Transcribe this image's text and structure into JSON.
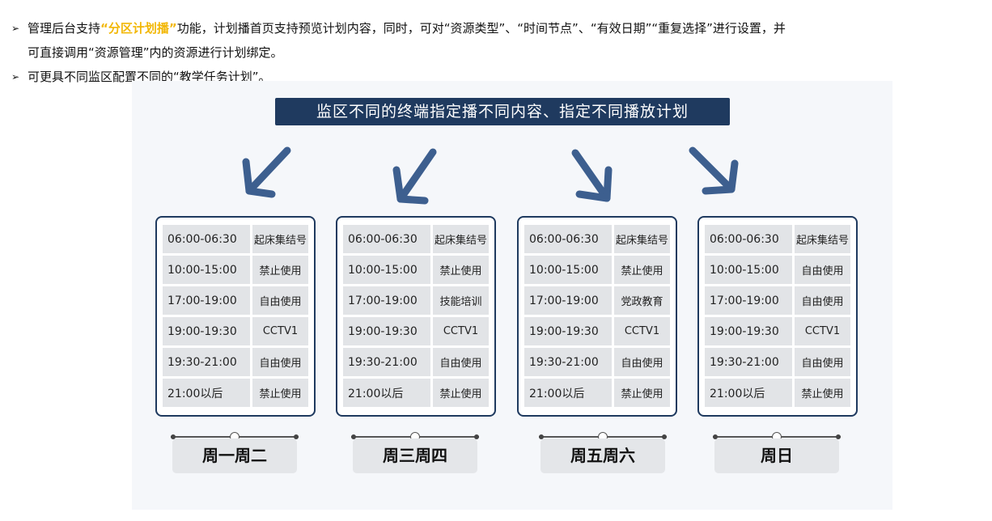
{
  "bullets": [
    {
      "marker": "➢",
      "before": "管理后台支持",
      "highlight": "“分区计划播”",
      "after": "功能，计划播首页支持预览计划内容，同时，可对“资源类型”、“时间节点”、“有效日期”“重复选择”进行设置，并",
      "continuation": "可直接调用“资源管理”内的资源进行计划绑定。"
    },
    {
      "marker": "➢",
      "text": "可更具不同监区配置不同的“教学任务计划”。"
    }
  ],
  "banner": "监区不同的终端指定播不同内容、指定不同播放计划",
  "colors": {
    "navy": "#1f3a5f",
    "arrow": "#3d5f8f",
    "highlight": "#f2b705",
    "cell": "#e2e4e7"
  },
  "schedules": [
    {
      "day_label": "周一周二",
      "rows": [
        {
          "time": "06:00-06:30",
          "activity": "起床集结号"
        },
        {
          "time": "10:00-15:00",
          "activity": "禁止使用"
        },
        {
          "time": "17:00-19:00",
          "activity": "自由使用"
        },
        {
          "time": "19:00-19:30",
          "activity": "CCTV1"
        },
        {
          "time": "19:30-21:00",
          "activity": "自由使用"
        },
        {
          "time": "21:00以后",
          "activity": "禁止使用"
        }
      ]
    },
    {
      "day_label": "周三周四",
      "rows": [
        {
          "time": "06:00-06:30",
          "activity": "起床集结号"
        },
        {
          "time": "10:00-15:00",
          "activity": "禁止使用"
        },
        {
          "time": "17:00-19:00",
          "activity": "技能培训"
        },
        {
          "time": "19:00-19:30",
          "activity": "CCTV1"
        },
        {
          "time": "19:30-21:00",
          "activity": "自由使用"
        },
        {
          "time": "21:00以后",
          "activity": "禁止使用"
        }
      ]
    },
    {
      "day_label": "周五周六",
      "rows": [
        {
          "time": "06:00-06:30",
          "activity": "起床集结号"
        },
        {
          "time": "10:00-15:00",
          "activity": "禁止使用"
        },
        {
          "time": "17:00-19:00",
          "activity": "党政教育"
        },
        {
          "time": "19:00-19:30",
          "activity": "CCTV1"
        },
        {
          "time": "19:30-21:00",
          "activity": "自由使用"
        },
        {
          "time": "21:00以后",
          "activity": "禁止使用"
        }
      ]
    },
    {
      "day_label": "周日",
      "rows": [
        {
          "time": "06:00-06:30",
          "activity": "起床集结号"
        },
        {
          "time": "10:00-15:00",
          "activity": "自由使用"
        },
        {
          "time": "17:00-19:00",
          "activity": "自由使用"
        },
        {
          "time": "19:00-19:30",
          "activity": "CCTV1"
        },
        {
          "time": "19:30-21:00",
          "activity": "自由使用"
        },
        {
          "time": "21:00以后",
          "activity": "禁止使用"
        }
      ]
    }
  ]
}
